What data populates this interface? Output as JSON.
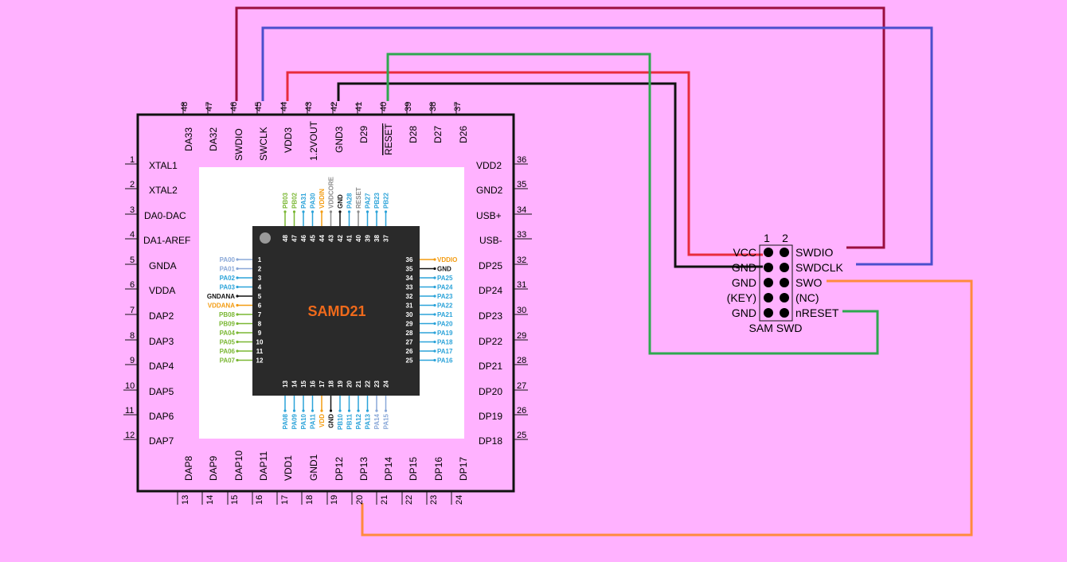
{
  "colors": {
    "background": "#FFB2FF",
    "wire_dark_red": "#9B0F3F",
    "wire_blue": "#4B4FCC",
    "wire_red": "#E82C3C",
    "wire_green": "#2EA84F",
    "wire_black": "#111111",
    "wire_orange": "#FF8A3D",
    "chip_body": "#2A2A2A",
    "chip_label": "#F06A1B",
    "pin_blue": "#2BA3D9",
    "pin_green": "#7AB733",
    "pin_orange": "#F39C12",
    "pin_light": "#8AA8D8"
  },
  "board": {
    "top": {
      "numbers": [
        "48",
        "47",
        "46",
        "45",
        "44",
        "43",
        "42",
        "41",
        "40",
        "39",
        "38",
        "37"
      ],
      "labels": [
        "DA33",
        "DA32",
        "SWDIO",
        "SWCLK",
        "VDD3",
        "1.2VOUT",
        "GND3",
        "D29",
        "RESET",
        "D28",
        "D27",
        "D26"
      ]
    },
    "bottom": {
      "numbers": [
        "13",
        "14",
        "15",
        "16",
        "17",
        "18",
        "19",
        "20",
        "21",
        "22",
        "23",
        "24"
      ],
      "labels": [
        "DAP8",
        "DAP9",
        "DAP10",
        "DAP11",
        "VDD1",
        "GND1",
        "DP12",
        "DP13",
        "DP14",
        "DP15",
        "DP16",
        "DP17"
      ]
    },
    "left": {
      "numbers": [
        "1",
        "2",
        "3",
        "4",
        "5",
        "6",
        "7",
        "8",
        "9",
        "10",
        "11",
        "12"
      ],
      "labels": [
        "XTAL1",
        "XTAL2",
        "DA0-DAC",
        "DA1-AREF",
        "GNDA",
        "VDDA",
        "DAP2",
        "DAP3",
        "DAP4",
        "DAP5",
        "DAP6",
        "DAP7"
      ]
    },
    "right": {
      "numbers": [
        "36",
        "35",
        "34",
        "33",
        "32",
        "31",
        "30",
        "29",
        "28",
        "27",
        "26",
        "25"
      ],
      "labels": [
        "VDD2",
        "GND2",
        "USB+",
        "USB-",
        "DP25",
        "DP24",
        "DP23",
        "DP22",
        "DP21",
        "DP20",
        "DP19",
        "DP18"
      ]
    }
  },
  "chip": {
    "name": "SAMD21",
    "left": {
      "numbers": [
        "1",
        "2",
        "3",
        "4",
        "5",
        "6",
        "7",
        "8",
        "9",
        "10",
        "11",
        "12"
      ],
      "labels": [
        "PA00",
        "PA01",
        "PA02",
        "PA03",
        "GNDANA",
        "VDDANA",
        "PB08",
        "PB09",
        "PA04",
        "PA05",
        "PA06",
        "PA07"
      ],
      "colors": [
        "light",
        "light",
        "blue",
        "blue",
        "black",
        "orange",
        "green",
        "green",
        "green",
        "green",
        "green",
        "green"
      ]
    },
    "right": {
      "numbers": [
        "36",
        "35",
        "34",
        "33",
        "32",
        "31",
        "30",
        "29",
        "28",
        "27",
        "26",
        "25"
      ],
      "labels": [
        "VDDIO",
        "GND",
        "PA25",
        "PA24",
        "PA23",
        "PA22",
        "PA21",
        "PA20",
        "PA19",
        "PA18",
        "PA17",
        "PA16"
      ],
      "colors": [
        "orange",
        "black",
        "blue",
        "blue",
        "blue",
        "blue",
        "blue",
        "blue",
        "blue",
        "blue",
        "blue",
        "blue"
      ]
    },
    "top": {
      "numbers": [
        "48",
        "47",
        "46",
        "45",
        "44",
        "43",
        "42",
        "41",
        "40",
        "39",
        "38",
        "37"
      ],
      "labels": [
        "PB03",
        "PB02",
        "PA31",
        "PA30",
        "VDDIN",
        "VDDCORE",
        "GND",
        "PA28",
        "RESET",
        "PA27",
        "PB23",
        "PB22"
      ],
      "colors": [
        "green",
        "green",
        "blue",
        "blue",
        "orange",
        "gray",
        "black",
        "blue",
        "gray",
        "blue",
        "blue",
        "blue"
      ]
    },
    "bottom": {
      "numbers": [
        "13",
        "14",
        "15",
        "16",
        "17",
        "18",
        "19",
        "20",
        "21",
        "22",
        "23",
        "24"
      ],
      "labels": [
        "PA08",
        "PA09",
        "PA10",
        "PA11",
        "VDD",
        "GND",
        "PB10",
        "PB11",
        "PA12",
        "PA13",
        "PA14",
        "PA15"
      ],
      "colors": [
        "blue",
        "blue",
        "blue",
        "blue",
        "orange",
        "black",
        "blue",
        "blue",
        "blue",
        "blue",
        "light",
        "light"
      ]
    }
  },
  "swd": {
    "col_numbers": [
      "1",
      "2"
    ],
    "left_labels": [
      "VCC",
      "GND",
      "GND",
      "(KEY)",
      "GND"
    ],
    "right_labels": [
      "SWDIO",
      "SWDCLK",
      "SWO",
      "(NC)",
      "nRESET"
    ],
    "title": "SAM SWD"
  }
}
